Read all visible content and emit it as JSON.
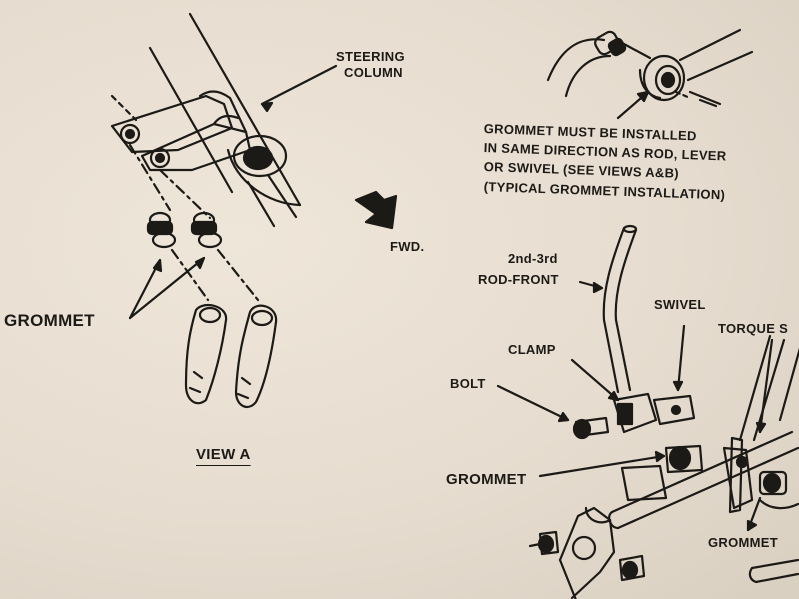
{
  "labels": {
    "steering_column_line1": "STEERING",
    "steering_column_line2": "COLUMN",
    "grommet_note_line1": "GROMMET MUST BE INSTALLED",
    "grommet_note_line2": "IN SAME DIRECTION AS ROD, LEVER",
    "grommet_note_line3": "OR SWIVEL (SEE VIEWS A&B)",
    "grommet_note_line4": "(TYPICAL GROMMET INSTALLATION)",
    "fwd": "FWD.",
    "rod_line1": "2nd-3rd",
    "rod_line2": "ROD-FRONT",
    "swivel": "SWIVEL",
    "torque": "TORQUE S",
    "clamp": "CLAMP",
    "bolt": "BOLT",
    "grommet_left": "GROMMET",
    "grommet_center": "GROMMET",
    "grommet_right": "GROMMET",
    "view_a": "VIEW A"
  },
  "colors": {
    "paper": "#e7ddd0",
    "ink": "#1c1a17"
  }
}
